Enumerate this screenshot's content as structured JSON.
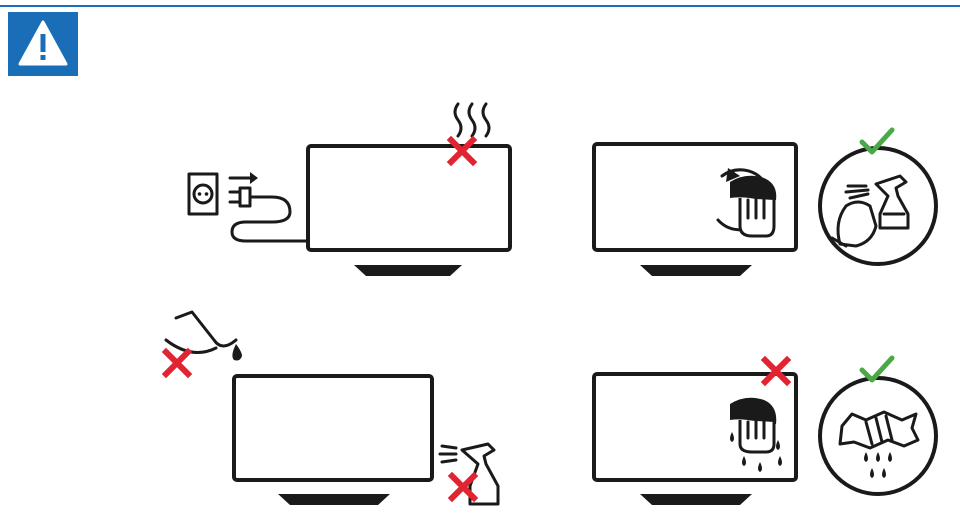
{
  "colors": {
    "accent_blue": "#1a6eb8",
    "forbidden_red": "#e02432",
    "allowed_green": "#4aa847",
    "ink": "#1a1a1a"
  },
  "header": {
    "icon": "warning-triangle-icon"
  },
  "panels": [
    {
      "name": "no-heat-unplug",
      "status": "forbidden"
    },
    {
      "name": "wipe-with-cloth",
      "status": "allowed"
    },
    {
      "name": "no-liquids-spray",
      "status": "forbidden"
    },
    {
      "name": "no-wet-cloth-damp-wipe",
      "status": "allowed"
    }
  ]
}
